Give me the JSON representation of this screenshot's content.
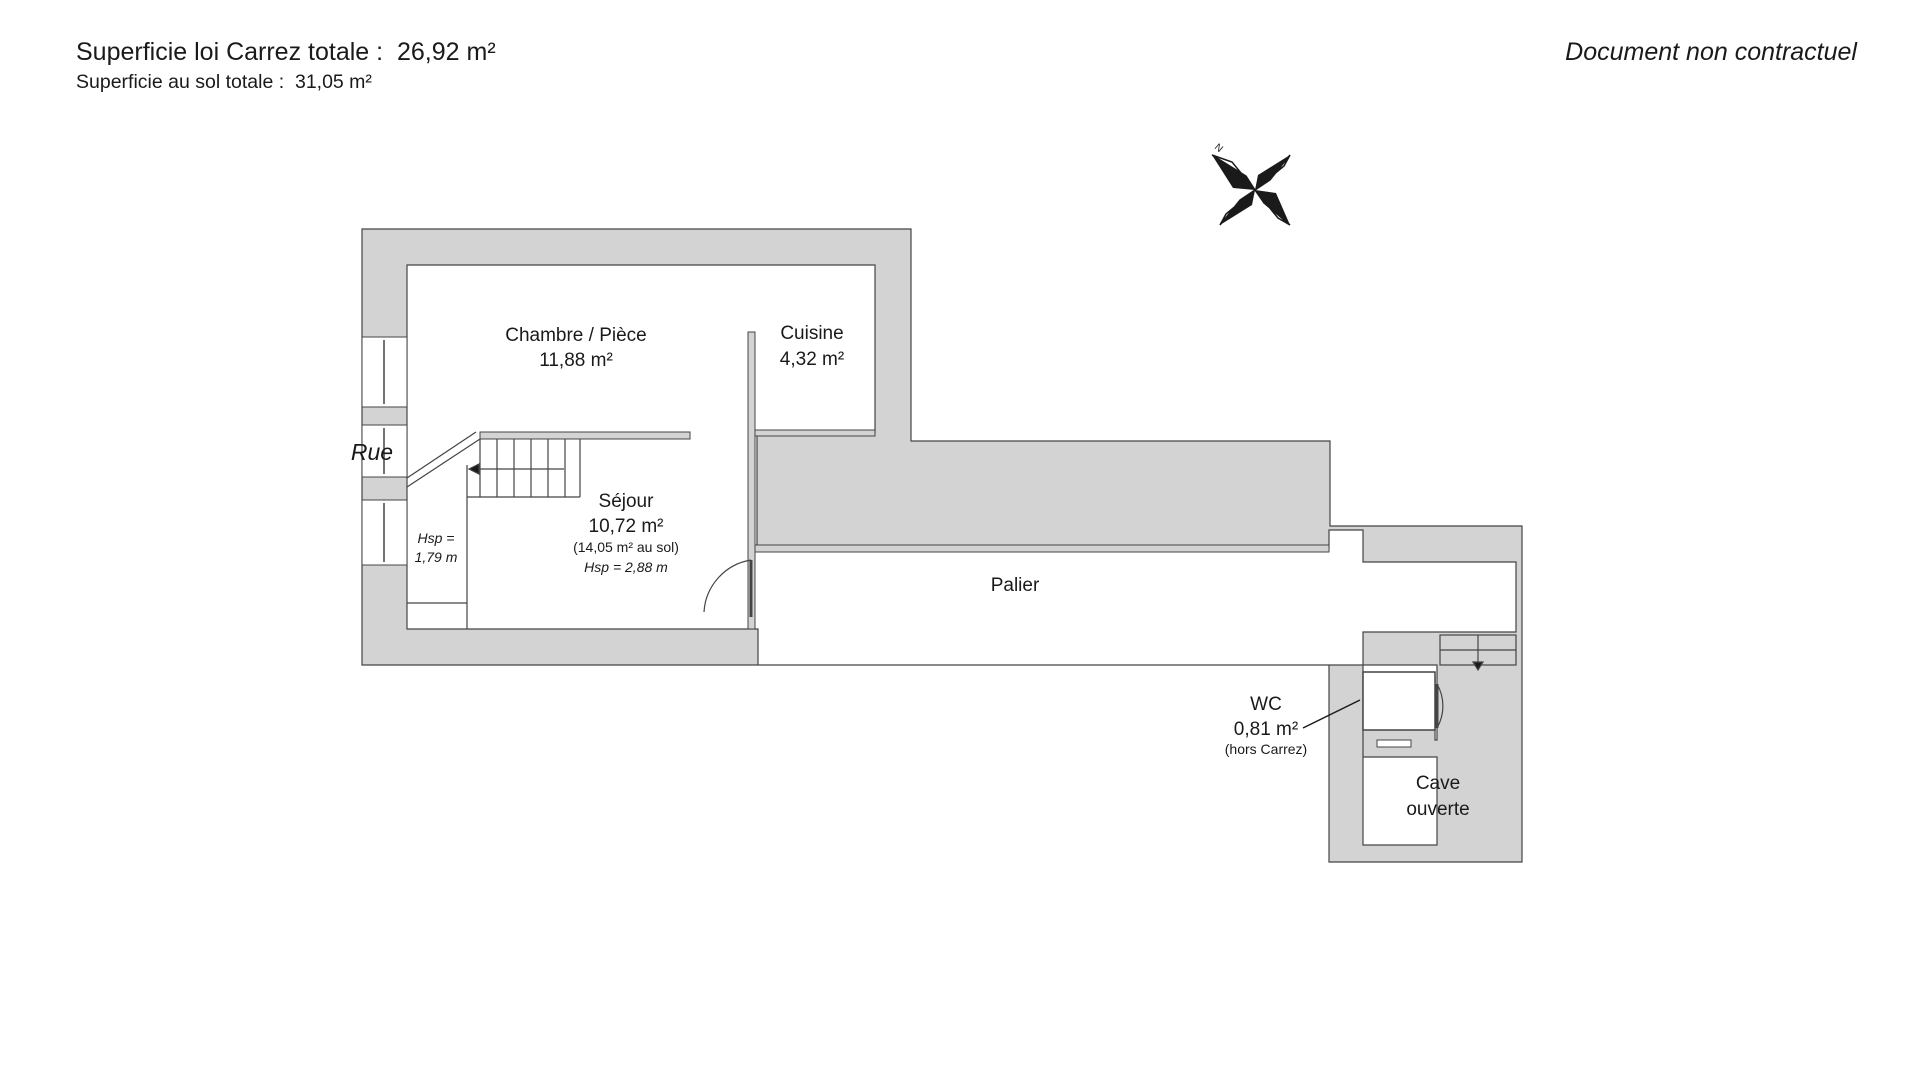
{
  "header": {
    "carrez_label": "Superficie loi Carrez totale :",
    "carrez_value": "26,92 m²",
    "floor_label": "Superficie au sol totale :",
    "floor_value": "31,05 m²",
    "disclaimer": "Document non contractuel"
  },
  "compass": {
    "north_label": "N"
  },
  "street": {
    "label": "Rue"
  },
  "rooms": {
    "chambre": {
      "name": "Chambre / Pièce",
      "area": "11,88 m²"
    },
    "cuisine": {
      "name": "Cuisine",
      "area": "4,32 m²"
    },
    "sejour": {
      "name": "Séjour",
      "area": "10,72 m²",
      "floor_area": "(14,05 m² au sol)",
      "height": "Hsp = 2,88 m"
    },
    "low_ceiling": {
      "line1": "Hsp =",
      "line2": "1,79 m"
    },
    "palier": {
      "name": "Palier"
    },
    "wc": {
      "name": "WC",
      "area": "0,81 m²",
      "note": "(hors Carrez)"
    },
    "cave": {
      "line1": "Cave",
      "line2": "ouverte"
    }
  },
  "colors": {
    "wall": "#d3d3d3",
    "wall_stroke": "#444444",
    "text": "#1a1a1a"
  }
}
